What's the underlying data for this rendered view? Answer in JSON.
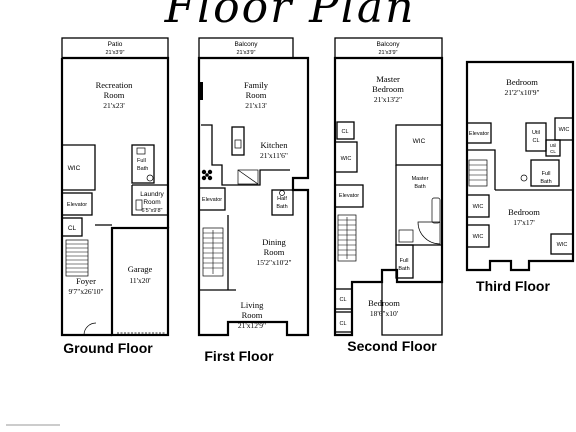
{
  "title": "Floor Plan",
  "floors": {
    "ground": {
      "label": "Ground Floor",
      "patio": {
        "name": "Patio",
        "dim": "21'x3'9\""
      },
      "recreation": {
        "name1": "Recreation",
        "name2": "Room",
        "dim": "21'x23'"
      },
      "wic": "WIC",
      "full_bath": {
        "l1": "Full",
        "l2": "Bath"
      },
      "elevator": "Elevator",
      "laundry": {
        "l1": "Laundry",
        "l2": "Room",
        "dim": "6'5\"x9'8\""
      },
      "cl": "CL",
      "foyer": {
        "name": "Foyer",
        "dim": "9'7\"x26'10\""
      },
      "garage": {
        "name": "Garage",
        "dim": "11'x20'"
      }
    },
    "first": {
      "label": "First Floor",
      "balcony": {
        "name": "Balcony",
        "dim": "21'x3'9\""
      },
      "family": {
        "name1": "Family",
        "name2": "Room",
        "dim": "21'x13'"
      },
      "kitchen": {
        "name": "Kitchen",
        "dim": "21'x11'6\""
      },
      "elevator": "Elevator",
      "half_bath": {
        "l1": "Half",
        "l2": "Bath"
      },
      "dining": {
        "name1": "Dining",
        "name2": "Room",
        "dim": "15'2\"x10'2\""
      },
      "living": {
        "name1": "Living",
        "name2": "Room",
        "dim": "21'x12'9\""
      }
    },
    "second": {
      "label": "Second Floor",
      "balcony": {
        "name": "Balcony",
        "dim": "21'x3'9\""
      },
      "master": {
        "name1": "Master",
        "name2": "Bedroom",
        "dim": "21'x13'2\""
      },
      "cl": "CL",
      "wic_left": "WIC",
      "wic_right": "WIC",
      "elevator": "Elevator",
      "master_bath": {
        "l1": "Master",
        "l2": "Bath"
      },
      "full_bath": {
        "l1": "Full",
        "l2": "Bath"
      },
      "cl_a": "CL",
      "cl_b": "CL",
      "bedroom": {
        "name": "Bedroom",
        "dim": "18'6\"x10'"
      }
    },
    "third": {
      "label": "Third Floor",
      "bedroom1": {
        "name": "Bedroom",
        "dim": "21'2\"x10'9\""
      },
      "elevator": "Elevator",
      "util_cl": {
        "l1": "Util",
        "l2": "CL"
      },
      "util_cl_small": {
        "l1": "Util",
        "l2": "CL"
      },
      "wic_a": "WIC",
      "full_bath": {
        "l1": "Full",
        "l2": "Bath"
      },
      "wic_b": "WIC",
      "bedroom2": {
        "name": "Bedroom",
        "dim": "17'x17'"
      },
      "wic_c": "WIC",
      "wic_d": "WIC"
    }
  }
}
